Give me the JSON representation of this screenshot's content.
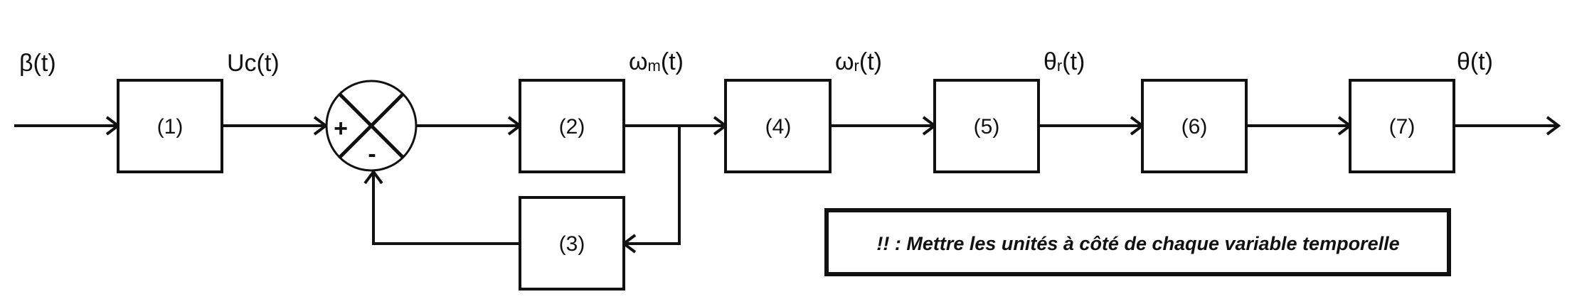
{
  "signals": {
    "beta": "β(t)",
    "uc": "Uc(t)",
    "omega_m": {
      "main": "ω",
      "sub": "m",
      "tail": "(t)"
    },
    "omega_r": {
      "main": "ω",
      "sub": "r",
      "tail": "(t)"
    },
    "theta_r": {
      "main": "θ",
      "sub": "r",
      "tail": "(t)"
    },
    "theta": "θ(t)"
  },
  "blocks": {
    "b1": "(1)",
    "b2": "(2)",
    "b3": "(3)",
    "b4": "(4)",
    "b5": "(5)",
    "b6": "(6)",
    "b7": "(7)"
  },
  "comparator": {
    "plus": "+",
    "minus": "-"
  },
  "note": "!! : Mettre les unités à côté de chaque variable temporelle"
}
